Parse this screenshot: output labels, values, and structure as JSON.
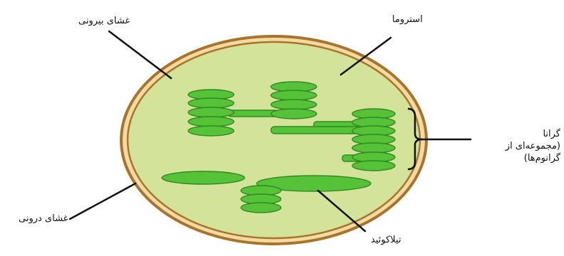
{
  "labels": {
    "outer_membrane": "غشای بیرونی",
    "stroma": "استروما",
    "grana_line1": "گرانا",
    "grana_line2": "(مجموعه‌ای از",
    "grana_line3": "گرانوم‌ها)",
    "inner_membrane": "غشای درونی",
    "thylakoid": "تیلاکوئید"
  },
  "colors": {
    "membrane_outer": "#a8742c",
    "membrane_gap": "#f3d9a2",
    "stroma_fill": "#d3e39a",
    "thylakoid_fill": "#55c238",
    "thylakoid_stroke": "#2f8a22",
    "leader_line": "#111111"
  }
}
